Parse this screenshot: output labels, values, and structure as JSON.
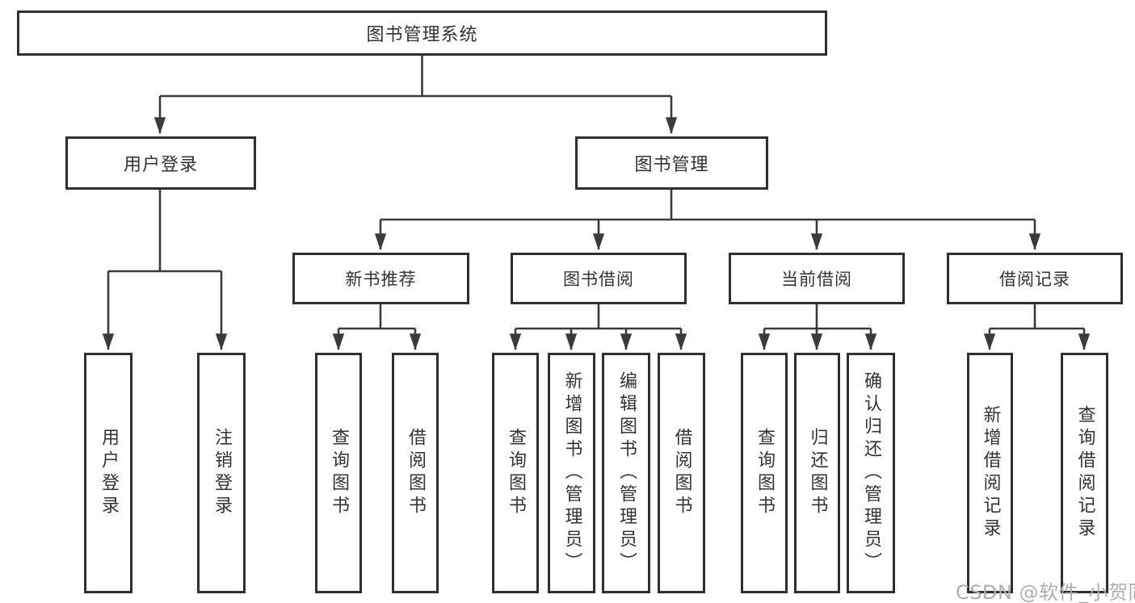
{
  "diagram": {
    "root": "图书管理系统",
    "level2": [
      {
        "label": "用户登录"
      },
      {
        "label": "图书管理"
      }
    ],
    "login_children": [
      "用户登录",
      "注销登录"
    ],
    "sections": [
      {
        "label": "新书推荐",
        "children": [
          "查询图书",
          "借阅图书"
        ]
      },
      {
        "label": "图书借阅",
        "children": [
          "查询图书",
          "新增图书（管理员）",
          "编辑图书（管理员）",
          "借阅图书"
        ]
      },
      {
        "label": "当前借阅",
        "children": [
          "查询图书",
          "归还图书",
          "确认归还（管理员）"
        ]
      },
      {
        "label": "借阅记录",
        "children": [
          "新增借阅记录",
          "查询借阅记录"
        ]
      }
    ],
    "colors": {
      "line": "#3b3b3b",
      "box_border": "#2f2f2f",
      "box_fill": "#ffffff",
      "text": "#333333",
      "watermark": "#aeaeae"
    },
    "watermark": "CSDN @软件_小贺同学"
  }
}
